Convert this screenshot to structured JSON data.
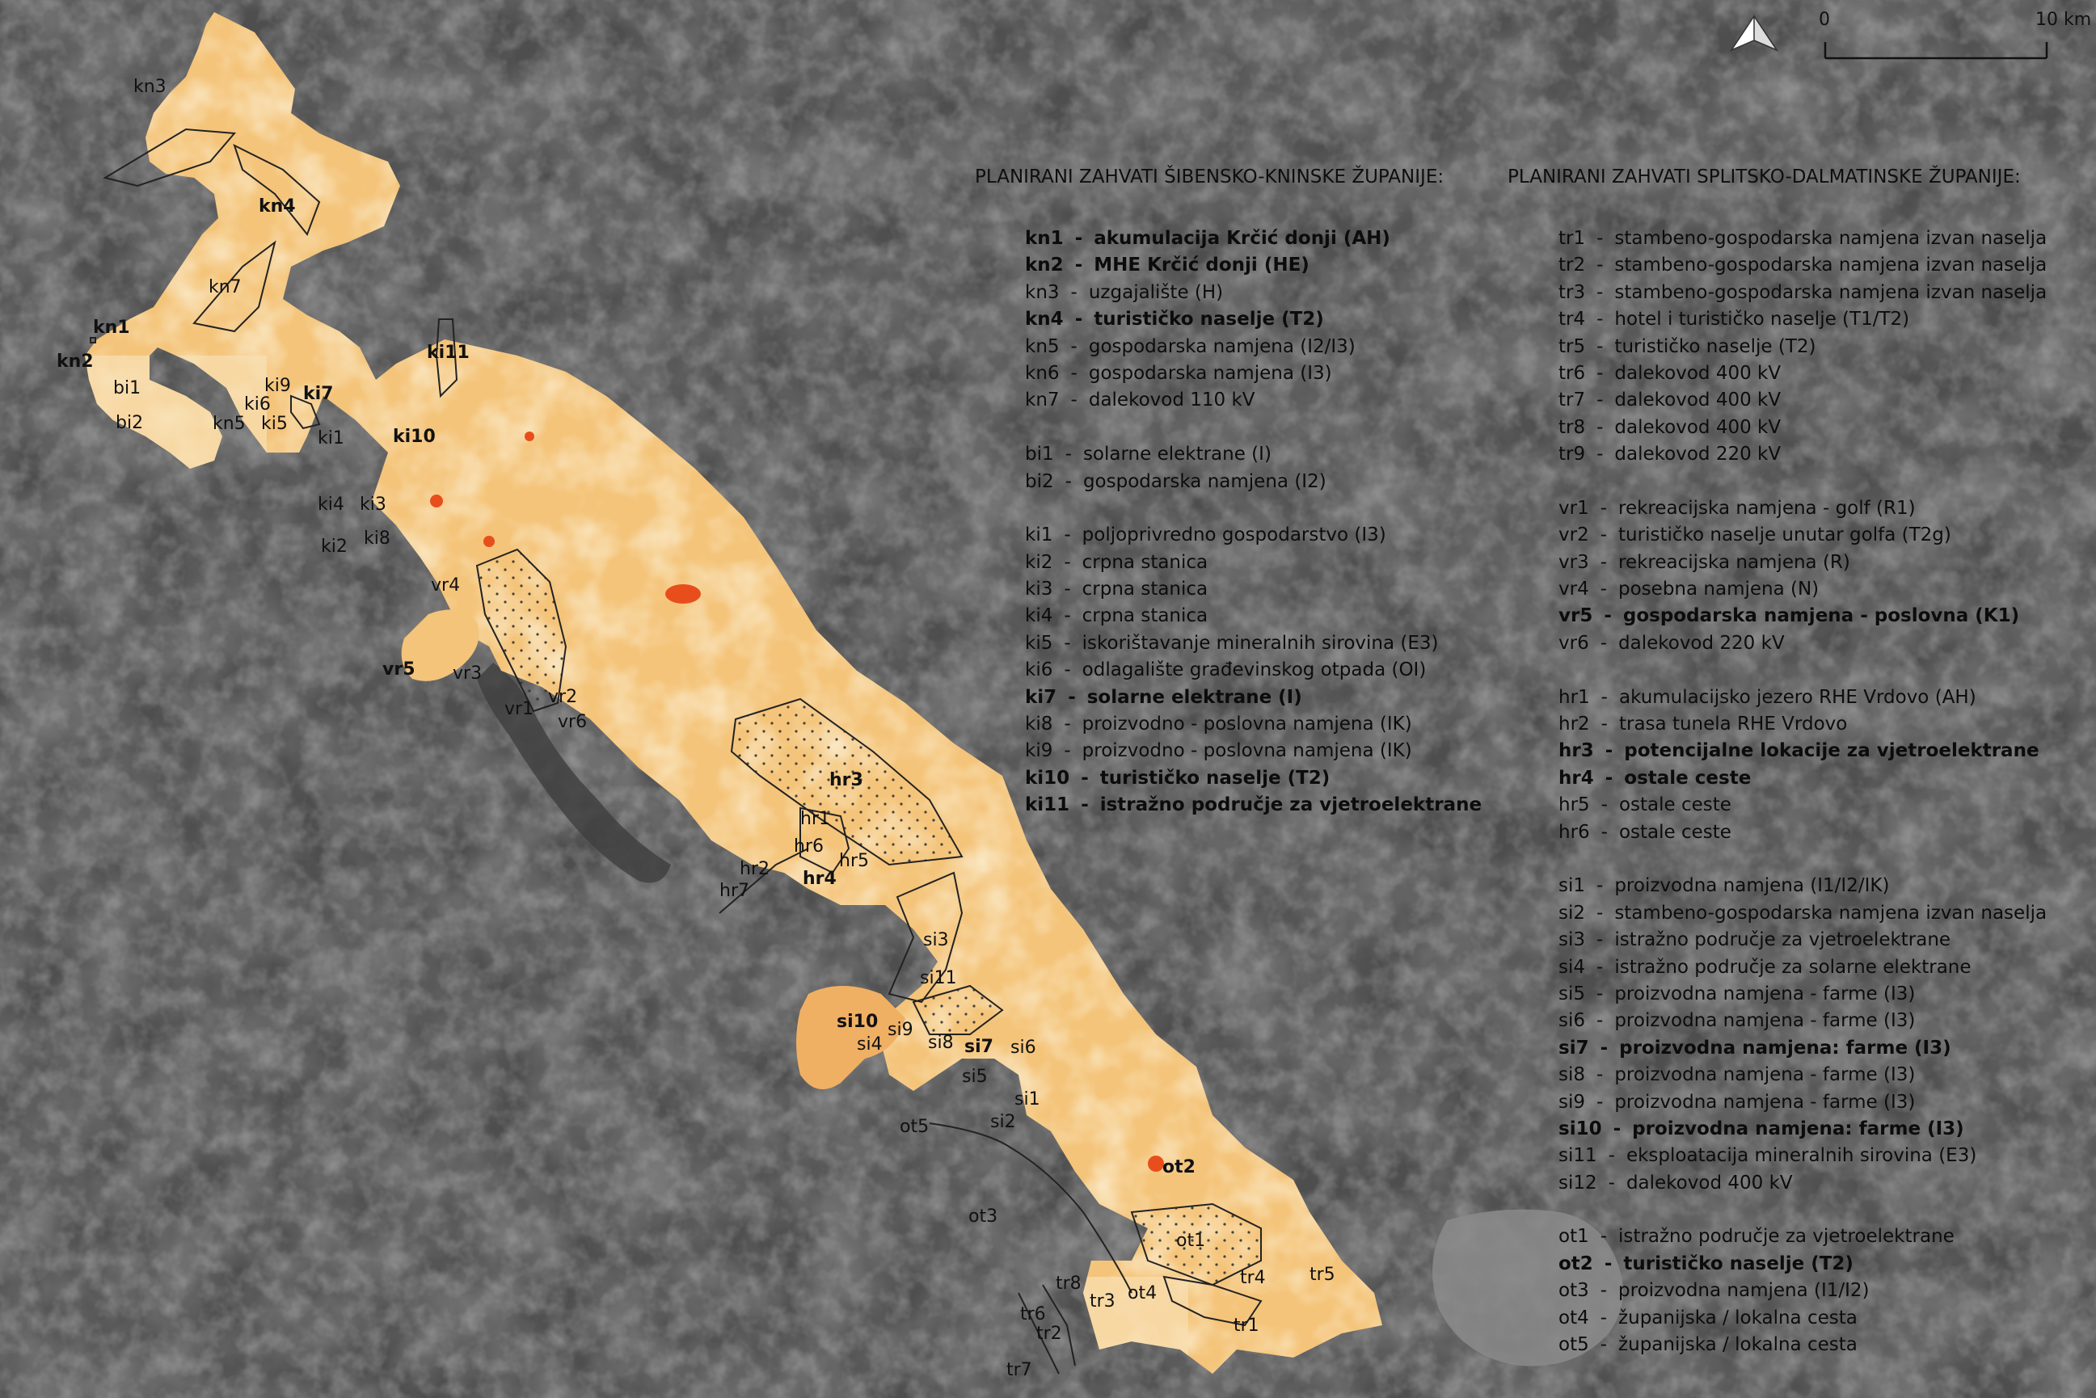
{
  "colors": {
    "satellite_base": "#4e4e4e",
    "zone_fill_light": "#f6d9a2",
    "zone_fill_main": "#f4c47a",
    "zone_fill_dark": "#f0ae5c",
    "hotspot": "#e84e1b",
    "outline": "#222222",
    "lake": "#7a7a7a"
  },
  "north_arrow": {
    "icon": "north-arrow-icon"
  },
  "scale_bar": {
    "start_label": "0",
    "end_label": "10 km"
  },
  "legend": {
    "sibenik": {
      "heading": "PLANIRANI ZAHVATI ŠIBENSKO-KNINSKE ŽUPANIJE:",
      "items": [
        {
          "code": "kn1",
          "text": "akumulacija Krčić donji (AH)",
          "bold": true
        },
        {
          "code": "kn2",
          "text": "MHE Krčić donji (HE)",
          "bold": true
        },
        {
          "code": "kn3",
          "text": "uzgajalište (H)",
          "bold": false
        },
        {
          "code": "kn4",
          "text": "turističko naselje (T2)",
          "bold": true
        },
        {
          "code": "kn5",
          "text": "gospodarska namjena (I2/I3)",
          "bold": false
        },
        {
          "code": "kn6",
          "text": "gospodarska namjena (I3)",
          "bold": false
        },
        {
          "code": "kn7",
          "text": "dalekovod 110 kV",
          "bold": false
        },
        {
          "code": "",
          "text": "",
          "bold": false
        },
        {
          "code": "bi1",
          "text": "solarne elektrane (I)",
          "bold": false
        },
        {
          "code": "bi2",
          "text": "gospodarska namjena (I2)",
          "bold": false
        },
        {
          "code": "",
          "text": "",
          "bold": false
        },
        {
          "code": "ki1",
          "text": "poljoprivredno gospodarstvo (I3)",
          "bold": false
        },
        {
          "code": "ki2",
          "text": "crpna stanica",
          "bold": false
        },
        {
          "code": "ki3",
          "text": "crpna stanica",
          "bold": false
        },
        {
          "code": "ki4",
          "text": "crpna stanica",
          "bold": false
        },
        {
          "code": "ki5",
          "text": "iskorištavanje mineralnih sirovina (E3)",
          "bold": false
        },
        {
          "code": "ki6",
          "text": "odlagalište građevinskog otpada (OI)",
          "bold": false
        },
        {
          "code": "ki7",
          "text": "solarne elektrane (I)",
          "bold": true
        },
        {
          "code": "ki8",
          "text": "proizvodno - poslovna namjena (IK)",
          "bold": false
        },
        {
          "code": "ki9",
          "text": "proizvodno - poslovna namjena (IK)",
          "bold": false
        },
        {
          "code": "ki10",
          "text": "turističko naselje (T2)",
          "bold": true
        },
        {
          "code": "ki11",
          "text": "istražno područje za vjetroelektrane",
          "bold": true
        }
      ]
    },
    "split": {
      "heading": "PLANIRANI ZAHVATI SPLITSKO-DALMATINSKE ŽUPANIJE:",
      "items": [
        {
          "code": "tr1",
          "text": "stambeno-gospodarska namjena izvan naselja",
          "bold": false
        },
        {
          "code": "tr2",
          "text": "stambeno-gospodarska namjena izvan naselja",
          "bold": false
        },
        {
          "code": "tr3",
          "text": "stambeno-gospodarska namjena izvan naselja",
          "bold": false
        },
        {
          "code": "tr4",
          "text": "hotel i turističko naselje (T1/T2)",
          "bold": false
        },
        {
          "code": "tr5",
          "text": "turističko naselje (T2)",
          "bold": false
        },
        {
          "code": "tr6",
          "text": "dalekovod 400 kV",
          "bold": false
        },
        {
          "code": "tr7",
          "text": "dalekovod 400 kV",
          "bold": false
        },
        {
          "code": "tr8",
          "text": "dalekovod 400 kV",
          "bold": false
        },
        {
          "code": "tr9",
          "text": "dalekovod 220 kV",
          "bold": false
        },
        {
          "code": "",
          "text": "",
          "bold": false
        },
        {
          "code": "vr1",
          "text": "rekreacijska namjena - golf (R1)",
          "bold": false
        },
        {
          "code": "vr2",
          "text": "turističko naselje unutar golfa (T2g)",
          "bold": false
        },
        {
          "code": "vr3",
          "text": "rekreacijska namjena (R)",
          "bold": false
        },
        {
          "code": "vr4",
          "text": "posebna namjena (N)",
          "bold": false
        },
        {
          "code": "vr5",
          "text": "gospodarska namjena - poslovna (K1)",
          "bold": true
        },
        {
          "code": "vr6",
          "text": "dalekovod 220 kV",
          "bold": false
        },
        {
          "code": "",
          "text": "",
          "bold": false
        },
        {
          "code": "hr1",
          "text": "akumulacijsko jezero RHE Vrdovo (AH)",
          "bold": false
        },
        {
          "code": "hr2",
          "text": "trasa tunela RHE Vrdovo",
          "bold": false
        },
        {
          "code": "hr3",
          "text": "potencijalne lokacije za vjetroelektrane",
          "bold": true
        },
        {
          "code": "hr4",
          "text": "ostale ceste",
          "bold": true
        },
        {
          "code": "hr5",
          "text": "ostale ceste",
          "bold": false
        },
        {
          "code": "hr6",
          "text": "ostale ceste",
          "bold": false
        },
        {
          "code": "",
          "text": "",
          "bold": false
        },
        {
          "code": "si1",
          "text": "proizvodna namjena (I1/I2/IK)",
          "bold": false
        },
        {
          "code": "si2",
          "text": "stambeno-gospodarska namjena izvan naselja",
          "bold": false
        },
        {
          "code": "si3",
          "text": "istražno područje za vjetroelektrane",
          "bold": false
        },
        {
          "code": "si4",
          "text": "istražno područje za solarne elektrane",
          "bold": false
        },
        {
          "code": "si5",
          "text": "proizvodna namjena - farme (I3)",
          "bold": false
        },
        {
          "code": "si6",
          "text": "proizvodna namjena - farme (I3)",
          "bold": false
        },
        {
          "code": "si7",
          "text": "proizvodna namjena: farme (I3)",
          "bold": true
        },
        {
          "code": "si8",
          "text": "proizvodna namjena - farme (I3)",
          "bold": false
        },
        {
          "code": "si9",
          "text": "proizvodna namjena - farme (I3)",
          "bold": false
        },
        {
          "code": "si10",
          "text": "proizvodna namjena: farme (I3)",
          "bold": true
        },
        {
          "code": "si11",
          "text": "eksploatacija mineralnih sirovina (E3)",
          "bold": false
        },
        {
          "code": "si12",
          "text": "dalekovod 400 kV",
          "bold": false
        },
        {
          "code": "",
          "text": "",
          "bold": false
        },
        {
          "code": "ot1",
          "text": "istražno područje za vjetroelektrane",
          "bold": false
        },
        {
          "code": "ot2",
          "text": "turističko naselje (T2)",
          "bold": true
        },
        {
          "code": "ot3",
          "text": "proizvodna namjena (I1/I2)",
          "bold": false
        },
        {
          "code": "ot4",
          "text": "županijska / lokalna cesta",
          "bold": false
        },
        {
          "code": "ot5",
          "text": "županijska / lokalna cesta",
          "bold": false
        }
      ]
    }
  },
  "map_labels": [
    {
      "text": "kn3",
      "bold": false
    },
    {
      "text": "kn4",
      "bold": true
    },
    {
      "text": "kn7",
      "bold": false
    },
    {
      "text": "kn1",
      "bold": true
    },
    {
      "text": "kn2",
      "bold": true
    },
    {
      "text": "bi1",
      "bold": false
    },
    {
      "text": "bi2",
      "bold": false
    },
    {
      "text": "kn5",
      "bold": false
    },
    {
      "text": "ki5",
      "bold": false
    },
    {
      "text": "ki6",
      "bold": false
    },
    {
      "text": "ki9",
      "bold": false
    },
    {
      "text": "ki7",
      "bold": true
    },
    {
      "text": "ki1",
      "bold": false
    },
    {
      "text": "ki10",
      "bold": true
    },
    {
      "text": "ki11",
      "bold": true
    },
    {
      "text": "ki4",
      "bold": false
    },
    {
      "text": "ki3",
      "bold": false
    },
    {
      "text": "ki2",
      "bold": false
    },
    {
      "text": "ki8",
      "bold": false
    },
    {
      "text": "vr4",
      "bold": false
    },
    {
      "text": "vr5",
      "bold": true
    },
    {
      "text": "vr3",
      "bold": false
    },
    {
      "text": "vr1",
      "bold": false
    },
    {
      "text": "vr2",
      "bold": false
    },
    {
      "text": "vr6",
      "bold": false
    },
    {
      "text": "hr3",
      "bold": true
    },
    {
      "text": "hr1",
      "bold": false
    },
    {
      "text": "hr6",
      "bold": false
    },
    {
      "text": "hr5",
      "bold": false
    },
    {
      "text": "hr2",
      "bold": false
    },
    {
      "text": "hr4",
      "bold": true
    },
    {
      "text": "hr7",
      "bold": false
    },
    {
      "text": "si3",
      "bold": false
    },
    {
      "text": "si11",
      "bold": false
    },
    {
      "text": "si10",
      "bold": true
    },
    {
      "text": "si9",
      "bold": false
    },
    {
      "text": "si4",
      "bold": false
    },
    {
      "text": "si8",
      "bold": false
    },
    {
      "text": "si7",
      "bold": true
    },
    {
      "text": "si6",
      "bold": false
    },
    {
      "text": "si5",
      "bold": false
    },
    {
      "text": "si1",
      "bold": false
    },
    {
      "text": "si2",
      "bold": false
    },
    {
      "text": "ot5",
      "bold": false
    },
    {
      "text": "ot2",
      "bold": true
    },
    {
      "text": "ot3",
      "bold": false
    },
    {
      "text": "ot1",
      "bold": false
    },
    {
      "text": "tr8",
      "bold": false
    },
    {
      "text": "tr3",
      "bold": false
    },
    {
      "text": "ot4",
      "bold": false
    },
    {
      "text": "tr4",
      "bold": false
    },
    {
      "text": "tr5",
      "bold": false
    },
    {
      "text": "tr6",
      "bold": false
    },
    {
      "text": "tr2",
      "bold": false
    },
    {
      "text": "tr1",
      "bold": false
    },
    {
      "text": "tr7",
      "bold": false
    }
  ]
}
